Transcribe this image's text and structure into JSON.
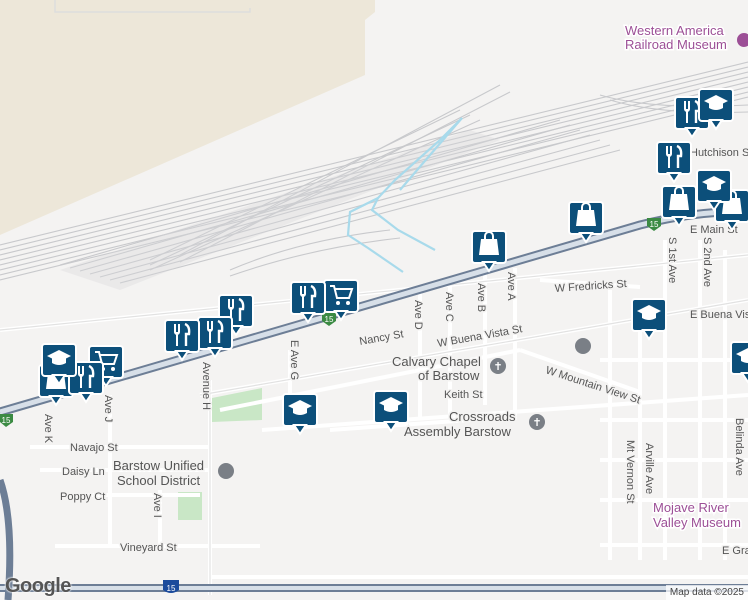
{
  "map": {
    "logo": "Google",
    "attribution": "Map data ©2025",
    "highway_shield": "15",
    "highway_shield_bottom": "15",
    "colors": {
      "background": "#f4f3f2",
      "desert": "#ede7d9",
      "rail": "#c8c9cc",
      "water": "#a8daeb",
      "park": "#c9e7c6",
      "marker": "#0c4f7a",
      "highway": "#6d7e96",
      "museum": "#9c4f96"
    }
  },
  "places": {
    "museum": "Western America Railroad Museum",
    "museum_line1": "Western America",
    "museum_line2": "Railroad Museum",
    "mojave": "Mojave River Valley Museum",
    "mojave_line1": "Mojave River",
    "mojave_line2": "Valley Museum",
    "calvary_line1": "Calvary Chapel",
    "calvary_line2": "of Barstow",
    "crossroads_line1": "Crossroads",
    "crossroads_line2": "Assembly Barstow",
    "school_line1": "Barstow Unified",
    "school_line2": "School District"
  },
  "streets": {
    "hutchison": "Hutchison St",
    "e_main": "E Main St",
    "w_fredricks": "W Fredricks St",
    "e_buena_vista": "E Buena Vista",
    "w_buena_vista": "W Buena Vista St",
    "nancy": "Nancy St",
    "keith": "Keith St",
    "w_mountain_view": "W Mountain View St",
    "navajo": "Navajo St",
    "daisy": "Daisy Ln",
    "poppy": "Poppy Ct",
    "vineyard": "Vineyard St",
    "e_gra": "E Gra",
    "ave_d": "Ave D",
    "ave_c": "Ave C",
    "ave_b": "Ave B",
    "ave_a": "Ave A",
    "e_ave_g": "E Ave G",
    "avenue_h": "Avenue H",
    "ave_i": "Ave I",
    "ave_j": "Ave J",
    "ave_k": "Ave K",
    "s_1st": "S 1st Ave",
    "s_2nd": "S 2nd Ave",
    "mt_vernon": "Mt Vernon St",
    "arville": "Arville Ave",
    "belinda": "Belinda Ave"
  },
  "markers": [
    {
      "kind": "shopping"
    },
    {
      "kind": "dining"
    },
    {
      "kind": "grocery"
    },
    {
      "kind": "education"
    }
  ]
}
